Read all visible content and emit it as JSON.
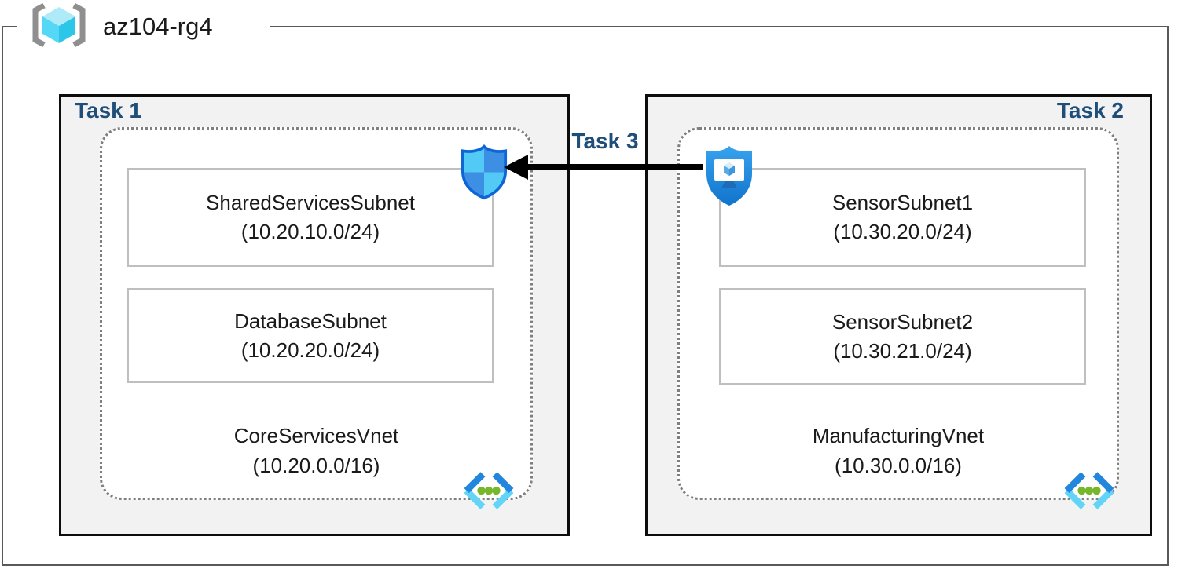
{
  "resource_group": {
    "name": "az104-rg4",
    "icon": "resource-group-icon"
  },
  "tasks": {
    "task1_label": "Task 1",
    "task2_label": "Task 2",
    "task3_label": "Task 3"
  },
  "vnets": [
    {
      "name": "CoreServicesVnet",
      "cidr": "(10.20.0.0/16)",
      "task": "Task 1",
      "icon": "virtual-network-icon",
      "attached_icon": "network-security-group-icon",
      "subnets": [
        {
          "name": "SharedServicesSubnet",
          "cidr": "(10.20.10.0/24)"
        },
        {
          "name": "DatabaseSubnet",
          "cidr": "(10.20.20.0/24)"
        }
      ]
    },
    {
      "name": "ManufacturingVnet",
      "cidr": "(10.30.0.0/16)",
      "task": "Task 2",
      "icon": "virtual-network-icon",
      "attached_icon": "application-security-group-icon",
      "subnets": [
        {
          "name": "SensorSubnet1",
          "cidr": "(10.30.20.0/24)"
        },
        {
          "name": "SensorSubnet2",
          "cidr": "(10.30.21.0/24)"
        }
      ]
    }
  ],
  "connection": {
    "label": "Task 3",
    "direction": "right-to-left",
    "from_icon": "application-security-group-icon",
    "to_icon": "network-security-group-icon"
  },
  "colors": {
    "task_label": "#1F4E79",
    "task_box_fill": "#F2F2F2",
    "task_box_border": "#0d0d0d",
    "vnet_dotted_border": "#7F7F7F",
    "subnet_border": "#BFBFBF",
    "rg_border": "#595959",
    "arrow": "#000000",
    "azure_blue": "#2386DD",
    "azure_cyan": "#62D4F7",
    "shield_outline": "#0E66D6",
    "green_dot": "#76B82A"
  }
}
